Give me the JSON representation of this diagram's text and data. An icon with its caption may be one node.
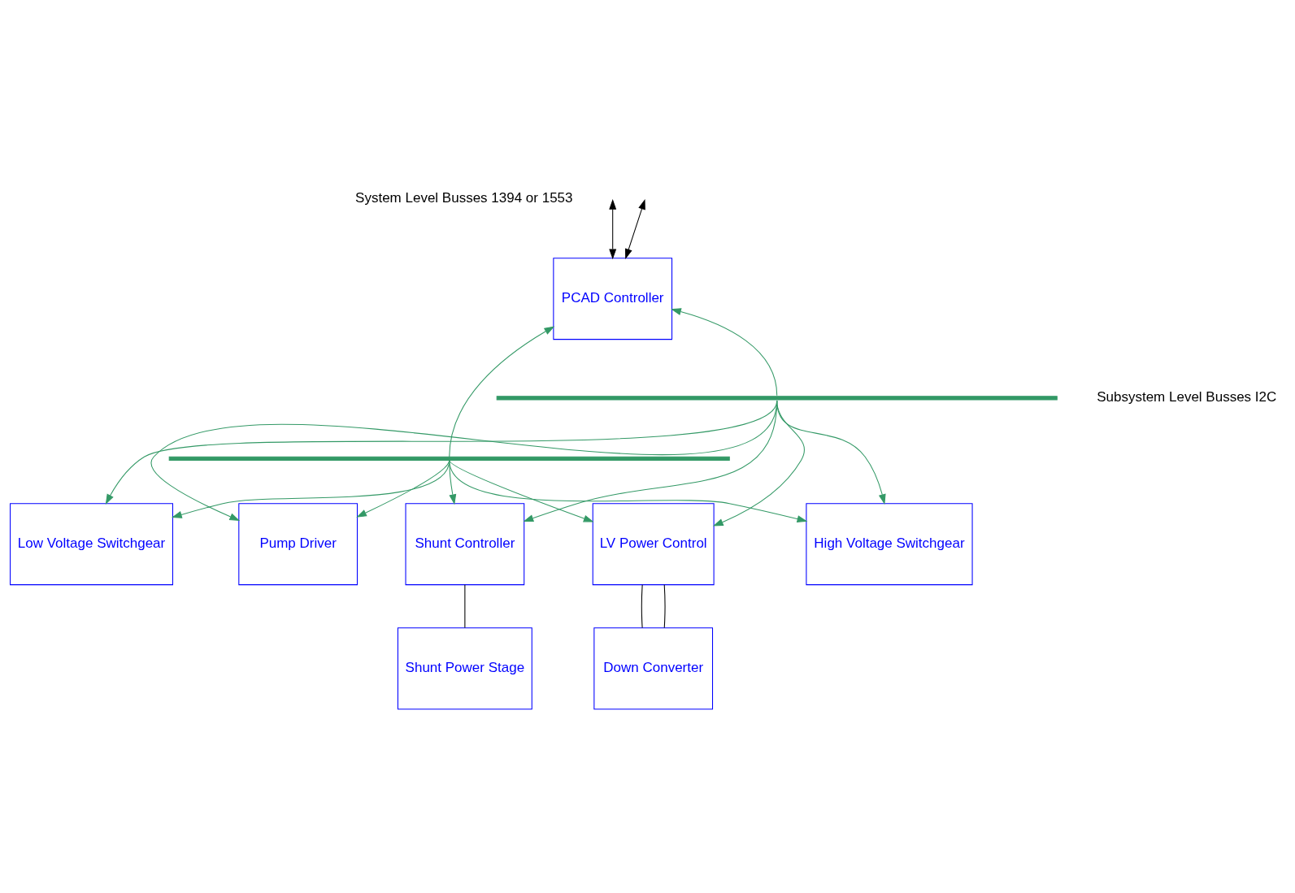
{
  "diagram": {
    "nodes": [
      {
        "text": [
          "PCAD Controller"
        ]
      },
      {
        "text": [
          "Shunt Controller"
        ]
      },
      {
        "text": [
          "LV Power Control"
        ]
      },
      {
        "text": [
          "High Voltage Switchgear"
        ]
      },
      {
        "text": [
          "Low Voltage Switchgear"
        ]
      },
      {
        "text": [
          "Pump Driver"
        ]
      },
      {
        "text": [
          "Shunt Power Stage"
        ]
      },
      {
        "text": [
          "Down Converter"
        ]
      },
      {
        "text": [],
        "shape": "bar"
      },
      {
        "text": [],
        "shape": "bar"
      }
    ],
    "edges": [
      {
        "from": null,
        "to": 0,
        "arrow": "both",
        "color": "#000000"
      },
      {
        "from": null,
        "to": 0,
        "arrow": "both",
        "color": "#000000"
      },
      {
        "from": 9,
        "to": 0,
        "arrow": "to"
      },
      {
        "from": 8,
        "to": 0,
        "arrow": "to"
      },
      {
        "from": 9,
        "to": 1,
        "arrow": "to"
      },
      {
        "from": 8,
        "to": 1,
        "arrow": "to"
      },
      {
        "from": 9,
        "to": 2,
        "arrow": "to"
      },
      {
        "from": 8,
        "to": 2,
        "arrow": "to"
      },
      {
        "from": 9,
        "to": 3,
        "arrow": "to"
      },
      {
        "from": 8,
        "to": 3,
        "arrow": "to"
      },
      {
        "from": 9,
        "to": 4,
        "arrow": "to"
      },
      {
        "from": 8,
        "to": 4,
        "arrow": "to"
      },
      {
        "from": 9,
        "to": 5,
        "arrow": "to"
      },
      {
        "from": 8,
        "to": 5,
        "arrow": "to"
      },
      {
        "from": 1,
        "to": 6,
        "arrow": "none",
        "color": "#000000"
      },
      {
        "from": 2,
        "to": 7,
        "arrow": "none",
        "color": "#000000"
      },
      {
        "from": 2,
        "to": 7,
        "arrow": "none",
        "color": "#000000"
      }
    ],
    "labels": [
      "System Level Busses 1394 or 1553",
      "Subsystem Level Busses I2C"
    ]
  }
}
